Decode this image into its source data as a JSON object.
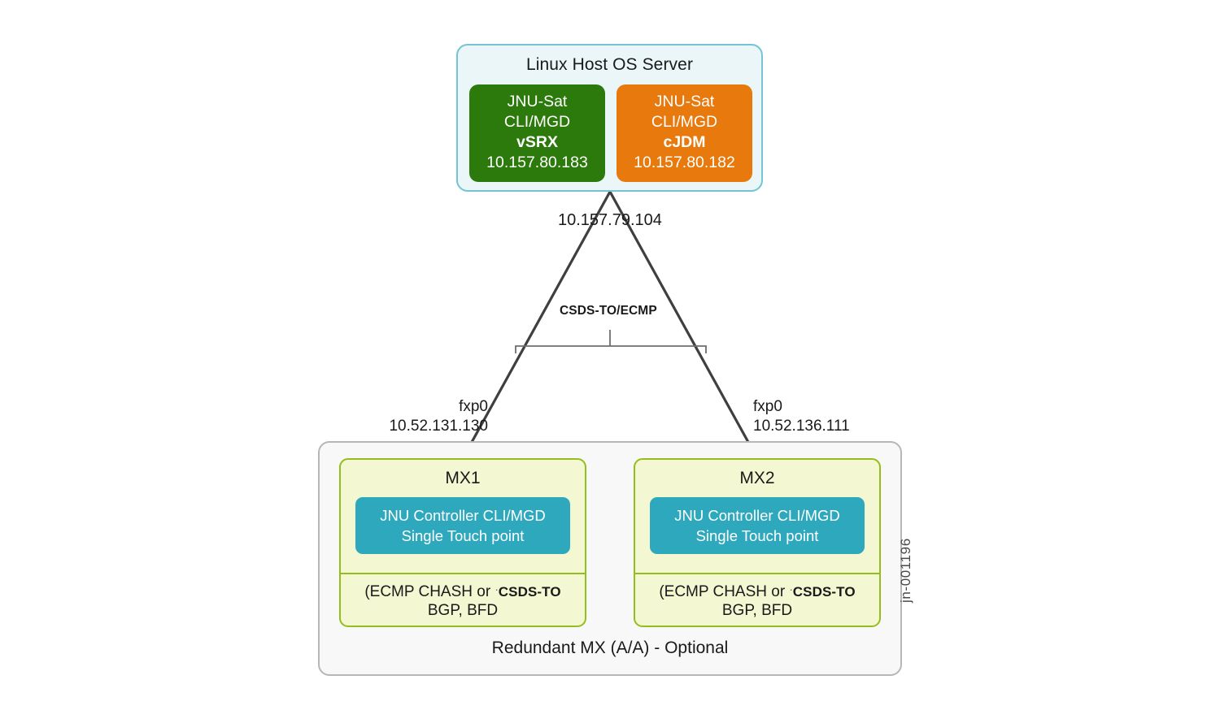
{
  "diagram": {
    "watermark": "jn-001196",
    "colors": {
      "host_fill": "#eaf6f8",
      "host_border": "#72c5d1",
      "vsrx_fill": "#2c7a0b",
      "cjdm_fill": "#e8790d",
      "mx_outer_fill": "#f8f8f8",
      "mx_outer_border": "#b7b7b7",
      "mx_fill": "#f3f7d2",
      "mx_border": "#96bd1e",
      "controller_fill": "#2ea8bd",
      "wire": "#3f3f3f",
      "bracket": "#6e6e6e"
    }
  },
  "host": {
    "title": "Linux Host OS Server",
    "vms": [
      {
        "id": "vsrx",
        "line1": "JNU-Sat",
        "line2": "CLI/MGD",
        "name": "vSRX",
        "ip": "10.157.80.183"
      },
      {
        "id": "cjdm",
        "line1": "JNU-Sat",
        "line2": "CLI/MGD",
        "name": "cJDM",
        "ip": "10.157.80.182"
      }
    ]
  },
  "links": {
    "apex_ip": "10.157.79.104",
    "bracket_label": "CSDS-TO/ECMP",
    "left_interface": {
      "name": "fxp0",
      "ip": "10.52.131.130"
    },
    "right_interface": {
      "name": "fxp0",
      "ip": "10.52.136.111"
    }
  },
  "mx_group": {
    "caption": "Redundant MX (A/A) - Optional",
    "devices": [
      {
        "title": "MX1",
        "controller_line1": "JNU Controller CLI/MGD",
        "controller_line2": "Single Touch point",
        "foot_prefix": "(ECMP CHASH or ",
        "foot_tick": "·",
        "foot_bold": "CSDS-TO",
        "foot_line2": "BGP, BFD"
      },
      {
        "title": "MX2",
        "controller_line1": "JNU Controller CLI/MGD",
        "controller_line2": "Single Touch point",
        "foot_prefix": "(ECMP CHASH or ",
        "foot_tick": "·",
        "foot_bold": "CSDS-TO",
        "foot_line2": "BGP, BFD"
      }
    ]
  }
}
